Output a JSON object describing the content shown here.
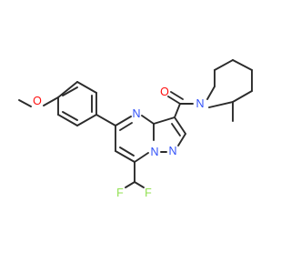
{
  "molecule": {
    "colors": {
      "bond": "#2b2b2b",
      "oxygen": "#ff0d0d",
      "nitrogen": "#3050f8",
      "fluorine": "#90e050"
    },
    "atoms": {
      "o_methoxy": "O",
      "o_carbonyl": "O",
      "n_pyrimidine": "N",
      "n_bridge": "N",
      "n_pyrazole": "N",
      "n_piperidine": "N",
      "f_left": "F",
      "f_right": "F"
    }
  }
}
